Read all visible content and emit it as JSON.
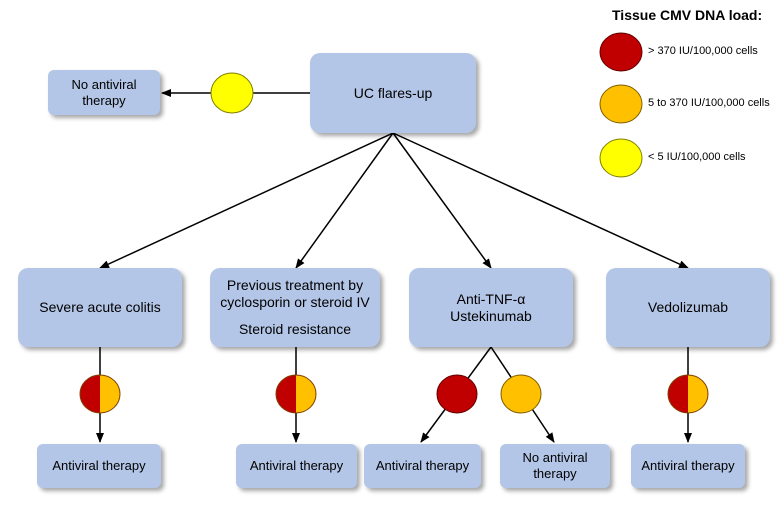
{
  "legend": {
    "title": "Tissue CMV DNA load:",
    "items": [
      {
        "label": "> 370 IU/100,000 cells",
        "color": "#c00000"
      },
      {
        "label": "5 to 370 IU/100,000 cells",
        "color": "#ffc000"
      },
      {
        "label": "< 5 IU/100,000 cells",
        "color": "#ffff00"
      }
    ]
  },
  "nodes": {
    "root": "UC flares-up",
    "no_antiviral_top": [
      "No antiviral",
      "therapy"
    ],
    "severe": "Severe acute colitis",
    "previous": [
      "Previous treatment by",
      "cyclosporin or steroid IV",
      "Steroid resistance"
    ],
    "anti_tnf": [
      "Anti-TNF-α",
      "Ustekinumab"
    ],
    "vedolizumab": "Vedolizumab",
    "antiviral_1": "Antiviral therapy",
    "antiviral_2": "Antiviral therapy",
    "antiviral_3": "Antiviral therapy",
    "no_antiviral_bottom": [
      "No antiviral",
      "therapy"
    ],
    "antiviral_4": "Antiviral therapy"
  },
  "colors": {
    "box": "#b4c6e7",
    "red": "#c00000",
    "orange": "#ffc000",
    "yellow": "#ffff00"
  }
}
